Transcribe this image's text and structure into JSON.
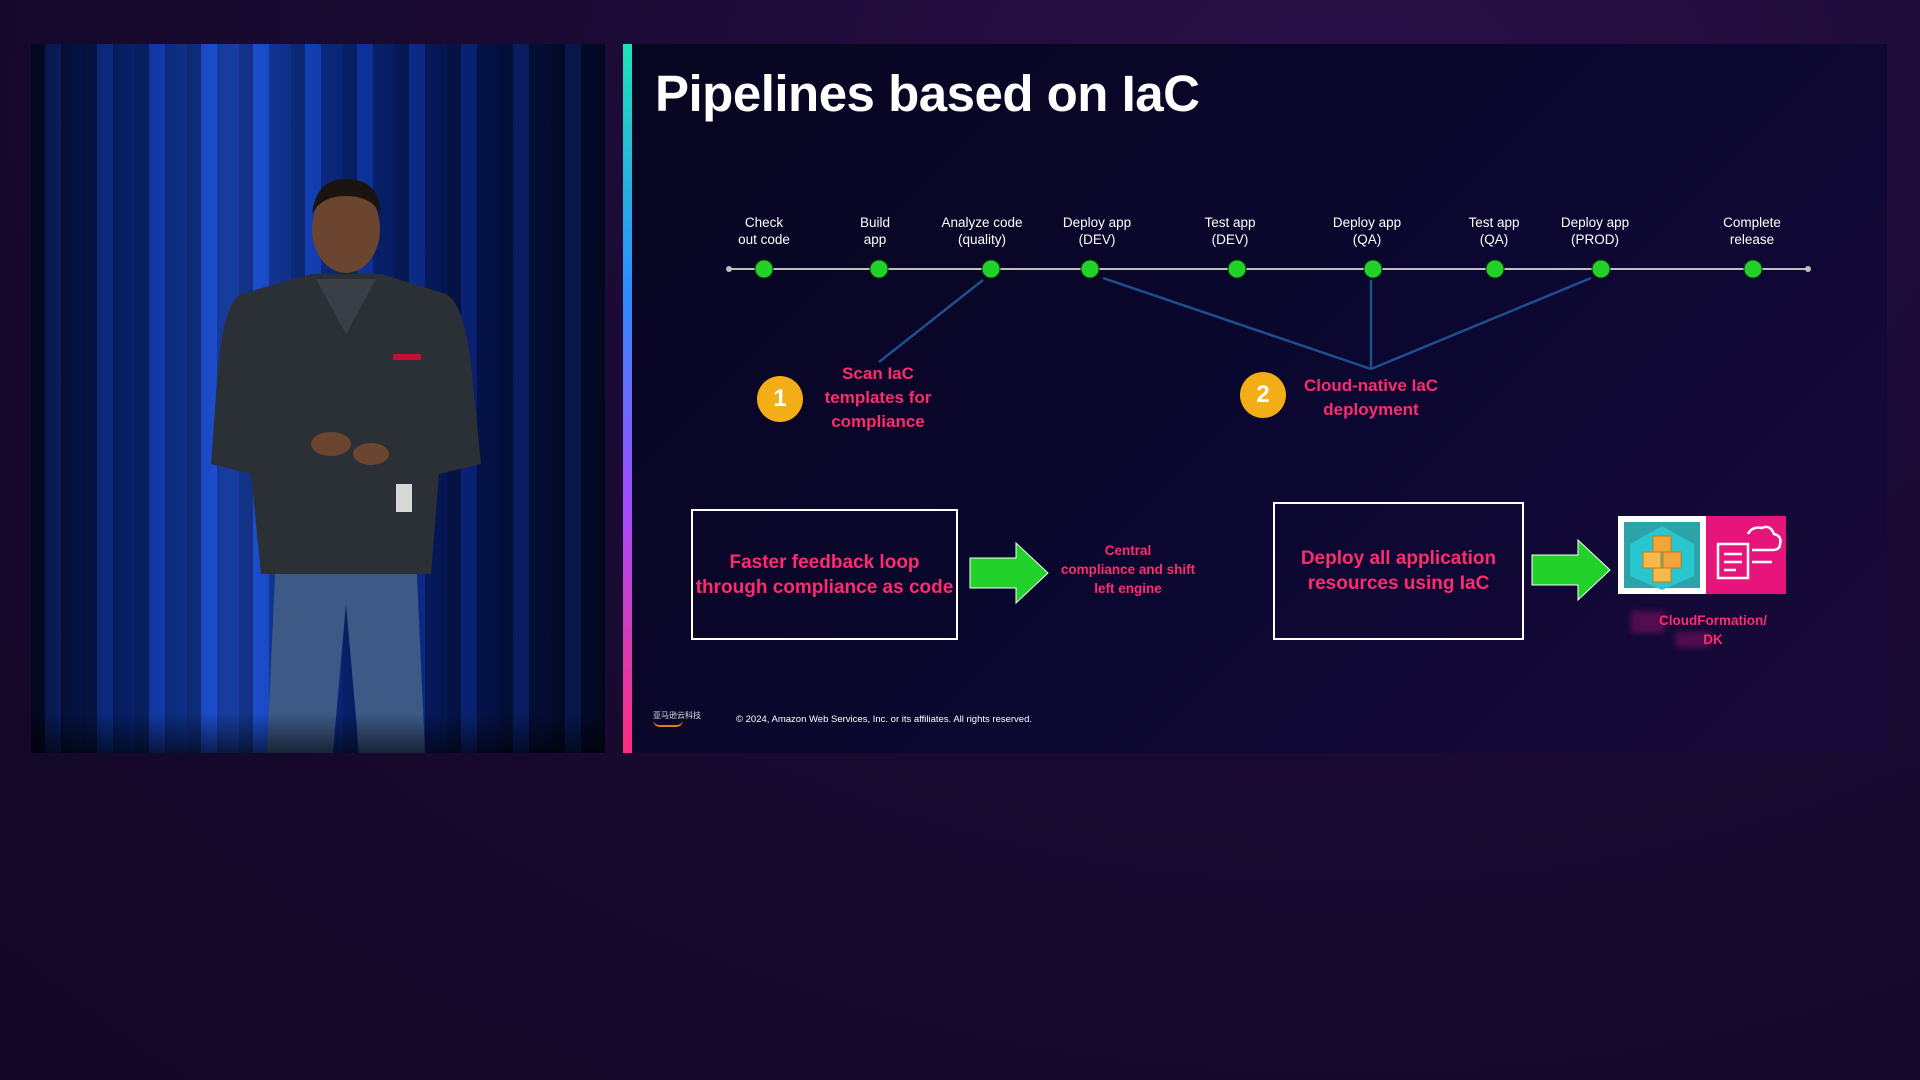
{
  "slide": {
    "title": "Pipelines based on IaC",
    "stages": [
      {
        "line1": "Check",
        "line2": "out code"
      },
      {
        "line1": "Build",
        "line2": "app"
      },
      {
        "line1": "Analyze code",
        "line2": "(quality)"
      },
      {
        "line1": "Deploy app",
        "line2": "(DEV)"
      },
      {
        "line1": "Test app",
        "line2": "(DEV)"
      },
      {
        "line1": "Deploy app",
        "line2": "(QA)"
      },
      {
        "line1": "Test app",
        "line2": "(QA)"
      },
      {
        "line1": "Deploy app",
        "line2": "(PROD)"
      },
      {
        "line1": "Complete",
        "line2": "release"
      }
    ],
    "callout1": {
      "number": "1",
      "line1": "Scan IaC",
      "line2": "templates for",
      "line3": "compliance"
    },
    "callout2": {
      "number": "2",
      "line1": "Cloud-native IaC",
      "line2": "deployment"
    },
    "box1": {
      "line1": "Faster feedback loop",
      "line2": "through compliance as code"
    },
    "box1_result": {
      "line1": "Central",
      "line2": "compliance and shift",
      "line3": "left engine"
    },
    "box2": {
      "line1": "Deploy all application",
      "line2": "resources using IaC"
    },
    "box2_result": {
      "line1": "CloudFormation/",
      "line2": "DK"
    },
    "footer": {
      "logo_text": "亚马逊云科技",
      "copyright": "© 2024, Amazon Web Services, Inc. or its affiliates. All rights reserved."
    },
    "colors": {
      "accent_red": "#ff2b6e",
      "stage_green": "#22d12a",
      "badge_yellow": "#f3ad16",
      "arrow_green": "#22d12a",
      "connector_blue": "#1f4f8f"
    }
  },
  "video": {
    "icon": "speaker-video"
  }
}
